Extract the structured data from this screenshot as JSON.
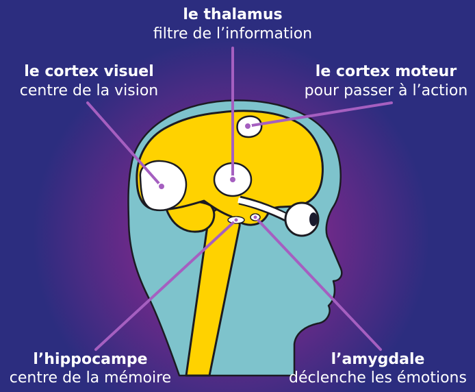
{
  "labels": {
    "thalamus": {
      "name": "le thalamus",
      "description": "filtre de l’information"
    },
    "visual_cortex": {
      "name": "le cortex visuel",
      "description": "centre de la vision"
    },
    "motor_cortex": {
      "name": "le cortex moteur",
      "description": "pour passer à l’action"
    },
    "hippocampus": {
      "name": "l’hippocampe",
      "description": "centre de la mémoire"
    },
    "amygdala": {
      "name": "l’amygdale",
      "description": "déclenche les émotions"
    }
  },
  "colors": {
    "background": "#2c2d7f",
    "glow": "#93288f",
    "head": "#7ec3cc",
    "brain": "#ffd200",
    "region": "#ffffff",
    "pointer": "#a55fc0",
    "outline": "#1b1b22",
    "text": "#ffffff"
  }
}
